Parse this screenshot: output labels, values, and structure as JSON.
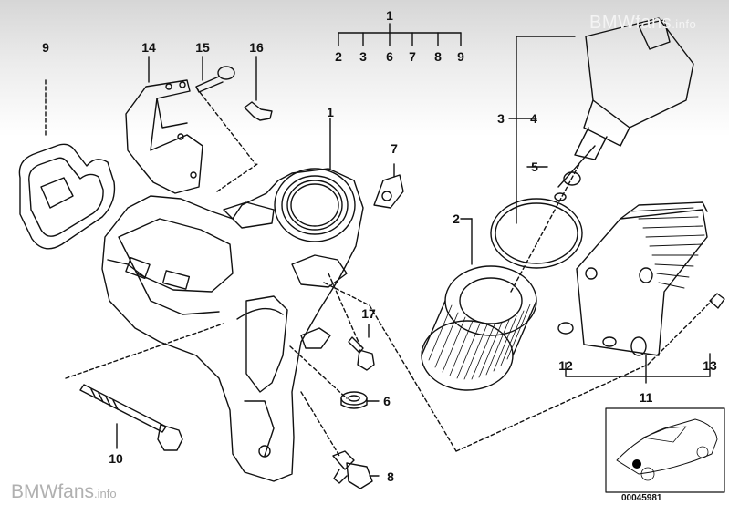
{
  "callouts": {
    "c1_top": "1",
    "c2a": "2",
    "c3a": "3",
    "c6": "6",
    "c7a": "7",
    "c8a": "8",
    "c9a": "9",
    "c9": "9",
    "c14": "14",
    "c15": "15",
    "c16": "16",
    "c1": "1",
    "c7": "7",
    "c3": "3",
    "c4": "4",
    "c5": "5",
    "c2": "2",
    "c17": "17",
    "c6b": "6",
    "c8": "8",
    "c10": "10",
    "c12": "12",
    "c13": "13",
    "c11": "11"
  },
  "watermark_top": {
    "main": "BMWfans",
    "suffix": ".info"
  },
  "watermark_bottom": {
    "main": "BMWfans",
    "suffix": ".info"
  },
  "inset_code": "00045981"
}
